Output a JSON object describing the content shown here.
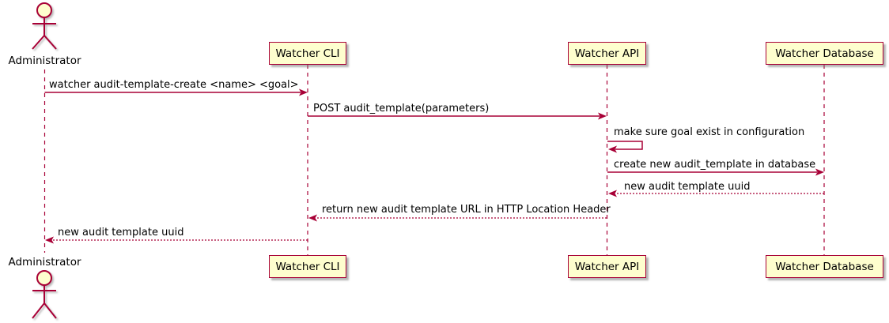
{
  "diagram": {
    "type": "sequence-diagram",
    "actors": {
      "top_label": "Administrator",
      "bottom_label": "Administrator"
    },
    "participants": [
      {
        "name": "Watcher CLI"
      },
      {
        "name": "Watcher API"
      },
      {
        "name": "Watcher Database"
      }
    ],
    "messages": [
      {
        "from": "Administrator",
        "to": "Watcher CLI",
        "text": "watcher audit-template-create <name> <goal>",
        "line": "solid"
      },
      {
        "from": "Watcher CLI",
        "to": "Watcher API",
        "text": "POST audit_template(parameters)",
        "line": "solid"
      },
      {
        "from": "Watcher API",
        "to": "Watcher API",
        "text": "make sure goal exist in configuration",
        "line": "solid-self"
      },
      {
        "from": "Watcher API",
        "to": "Watcher Database",
        "text": "create new audit_template in database",
        "line": "solid"
      },
      {
        "from": "Watcher Database",
        "to": "Watcher API",
        "text": "new audit template uuid",
        "line": "dashed"
      },
      {
        "from": "Watcher API",
        "to": "Watcher CLI",
        "text": "return new audit template URL in HTTP Location Header",
        "line": "dashed"
      },
      {
        "from": "Watcher CLI",
        "to": "Administrator",
        "text": "new audit template uuid",
        "line": "dashed"
      }
    ],
    "colors": {
      "participant_fill": "#FEFECE",
      "accent_border": "#A80036",
      "line": "#A80036",
      "text": "#000000",
      "background": "#FFFFFF"
    }
  }
}
